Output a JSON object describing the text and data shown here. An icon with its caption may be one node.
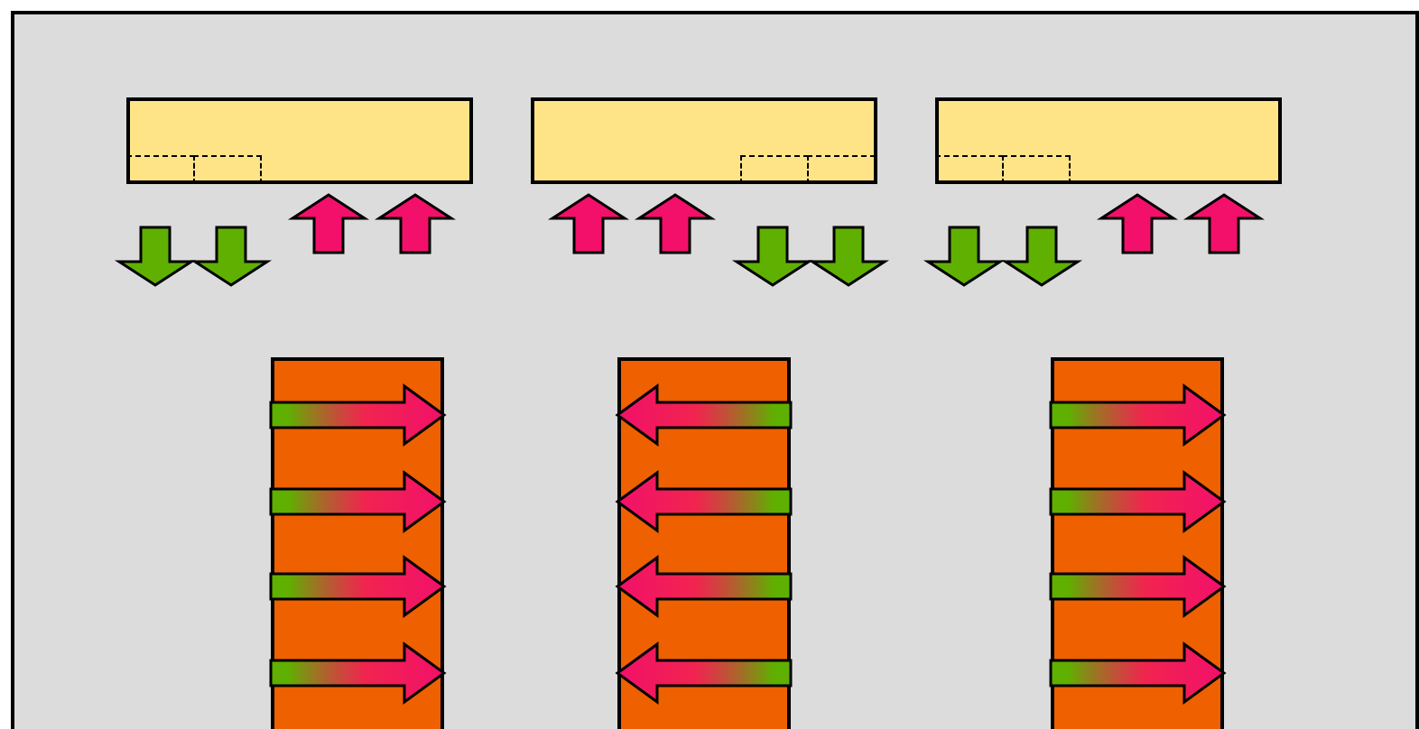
{
  "diagram": {
    "nodes": [
      {
        "text": [],
        "shape": "box"
      },
      {
        "text": [],
        "shape": "box"
      },
      {
        "text": [],
        "shape": "box"
      },
      {
        "text": [],
        "shape": "bar"
      },
      {
        "text": [],
        "shape": "bar"
      },
      {
        "text": [],
        "shape": "bar"
      }
    ],
    "edges": [
      {
        "from": 0,
        "to": null,
        "arrow": "to",
        "style": "thick",
        "color": "#5fb000"
      },
      {
        "from": 0,
        "to": null,
        "arrow": "to",
        "style": "thick",
        "color": "#5fb000"
      },
      {
        "from": null,
        "to": 0,
        "arrow": "to",
        "style": "thick",
        "color": "#f2106a"
      },
      {
        "from": null,
        "to": 0,
        "arrow": "to",
        "style": "thick",
        "color": "#f2106a"
      },
      {
        "from": null,
        "to": 1,
        "arrow": "to",
        "style": "thick",
        "color": "#f2106a"
      },
      {
        "from": null,
        "to": 1,
        "arrow": "to",
        "style": "thick",
        "color": "#f2106a"
      },
      {
        "from": 1,
        "to": null,
        "arrow": "to",
        "style": "thick",
        "color": "#5fb000"
      },
      {
        "from": 1,
        "to": null,
        "arrow": "to",
        "style": "thick",
        "color": "#5fb000"
      },
      {
        "from": 2,
        "to": null,
        "arrow": "to",
        "style": "thick",
        "color": "#5fb000"
      },
      {
        "from": 2,
        "to": null,
        "arrow": "to",
        "style": "thick",
        "color": "#5fb000"
      },
      {
        "from": null,
        "to": 2,
        "arrow": "to",
        "style": "thick",
        "color": "#f2106a"
      },
      {
        "from": null,
        "to": 2,
        "arrow": "to",
        "style": "thick",
        "color": "#f2106a"
      }
    ]
  }
}
